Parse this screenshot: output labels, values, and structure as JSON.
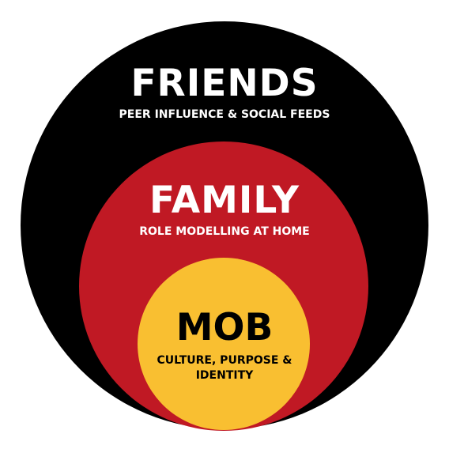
{
  "colors": {
    "friends": "#000000",
    "family": "#c01924",
    "mob": "#f9bf31",
    "light_text": "#ffffff",
    "dark_text": "#000000"
  },
  "rings": [
    {
      "title": "FRIENDS",
      "subtitle": "PEER INFLUENCE & SOCIAL FEEDS"
    },
    {
      "title": "FAMILY",
      "subtitle": "ROLE MODELLING AT HOME"
    },
    {
      "title": "MOB",
      "subtitle_lines": [
        "CULTURE, PURPOSE &",
        "IDENTITY"
      ]
    }
  ]
}
